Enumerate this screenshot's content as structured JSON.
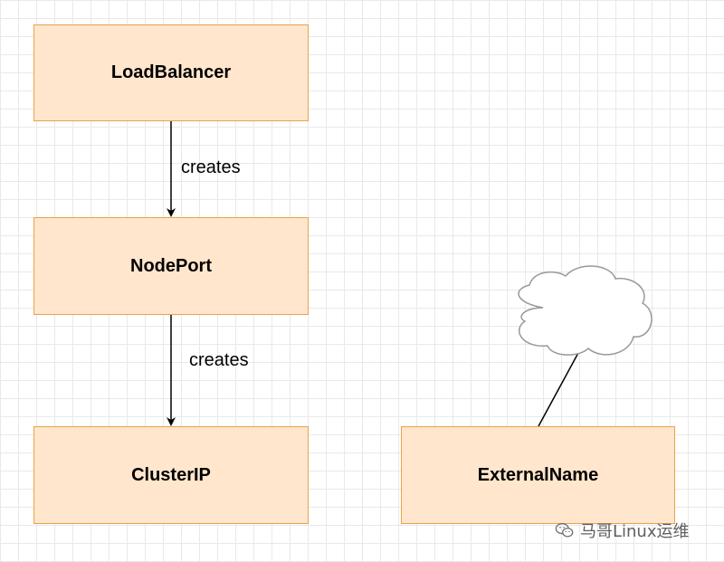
{
  "diagram": {
    "nodes": {
      "load_balancer": "LoadBalancer",
      "node_port": "NodePort",
      "cluster_ip": "ClusterIP",
      "external_name": "ExternalName"
    },
    "edges": [
      {
        "from": "LoadBalancer",
        "to": "NodePort",
        "label": "creates"
      },
      {
        "from": "NodePort",
        "to": "ClusterIP",
        "label": "creates"
      },
      {
        "from": "ExternalName",
        "to": "external-cloud",
        "label": ""
      }
    ],
    "edge_labels": {
      "first": "creates",
      "second": "creates"
    },
    "colors": {
      "node_fill": "#ffe6cc",
      "node_border": "#e8a24b",
      "grid": "#e9e9e9",
      "cloud_stroke": "#999999"
    },
    "icons": {
      "cloud": "cloud-icon",
      "watermark": "wechat-icon"
    }
  },
  "watermark": {
    "text": "马哥Linux运维"
  }
}
